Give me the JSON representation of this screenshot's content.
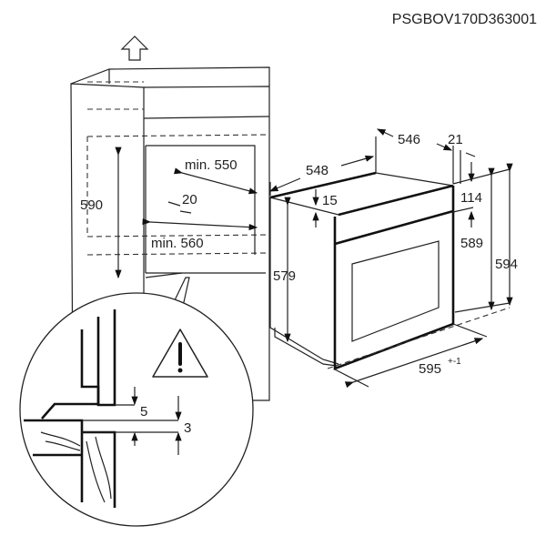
{
  "product_code": "PSGBOV170D363001",
  "niche": {
    "min_depth": "min. 550",
    "height": "590",
    "gap": "20",
    "min_width": "min. 560"
  },
  "oven": {
    "depth_total": "548",
    "depth_body": "546",
    "front_thickness": "21",
    "top_offset": "15",
    "panel_height": "114",
    "body_height": "589",
    "front_height": "594",
    "side_height": "579",
    "width": "595",
    "width_tolerance": "+-1"
  },
  "detail": {
    "gap_top": "5",
    "gap_bottom": "3",
    "warning_icon": "warning-triangle-icon"
  }
}
